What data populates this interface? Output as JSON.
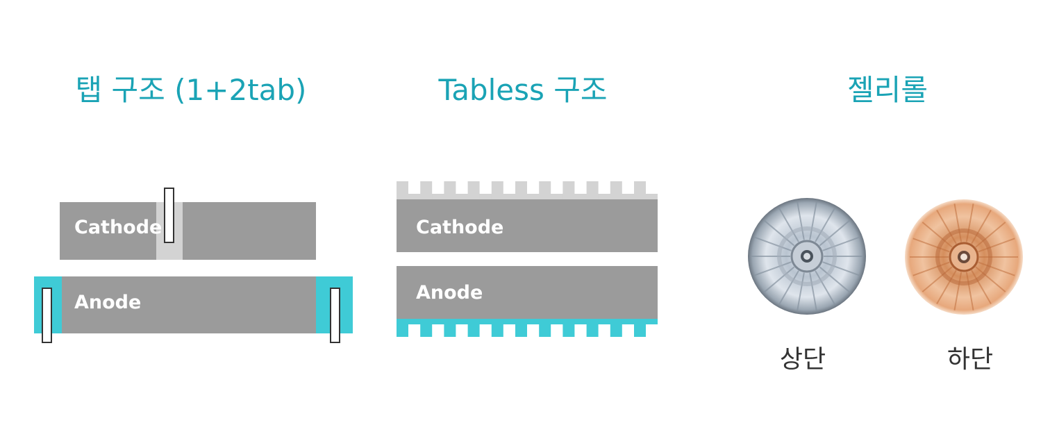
{
  "titles": {
    "tab_structure": "탭 구조 (1+2tab)",
    "tabless_structure": "Tabless 구조",
    "jelly_roll": "젤리롤"
  },
  "tab_diagram": {
    "cathode_label": "Cathode",
    "anode_label": "Anode"
  },
  "tabless_diagram": {
    "cathode_label": "Cathode",
    "anode_label": "Anode"
  },
  "jelly_roll": {
    "top_label": "상단",
    "bottom_label": "하단"
  },
  "colors": {
    "title": "#1aa3b5",
    "electrode": "#9b9b9b",
    "cathode_tab": "#d3d3d3",
    "anode_tab": "#3fcbd6"
  }
}
